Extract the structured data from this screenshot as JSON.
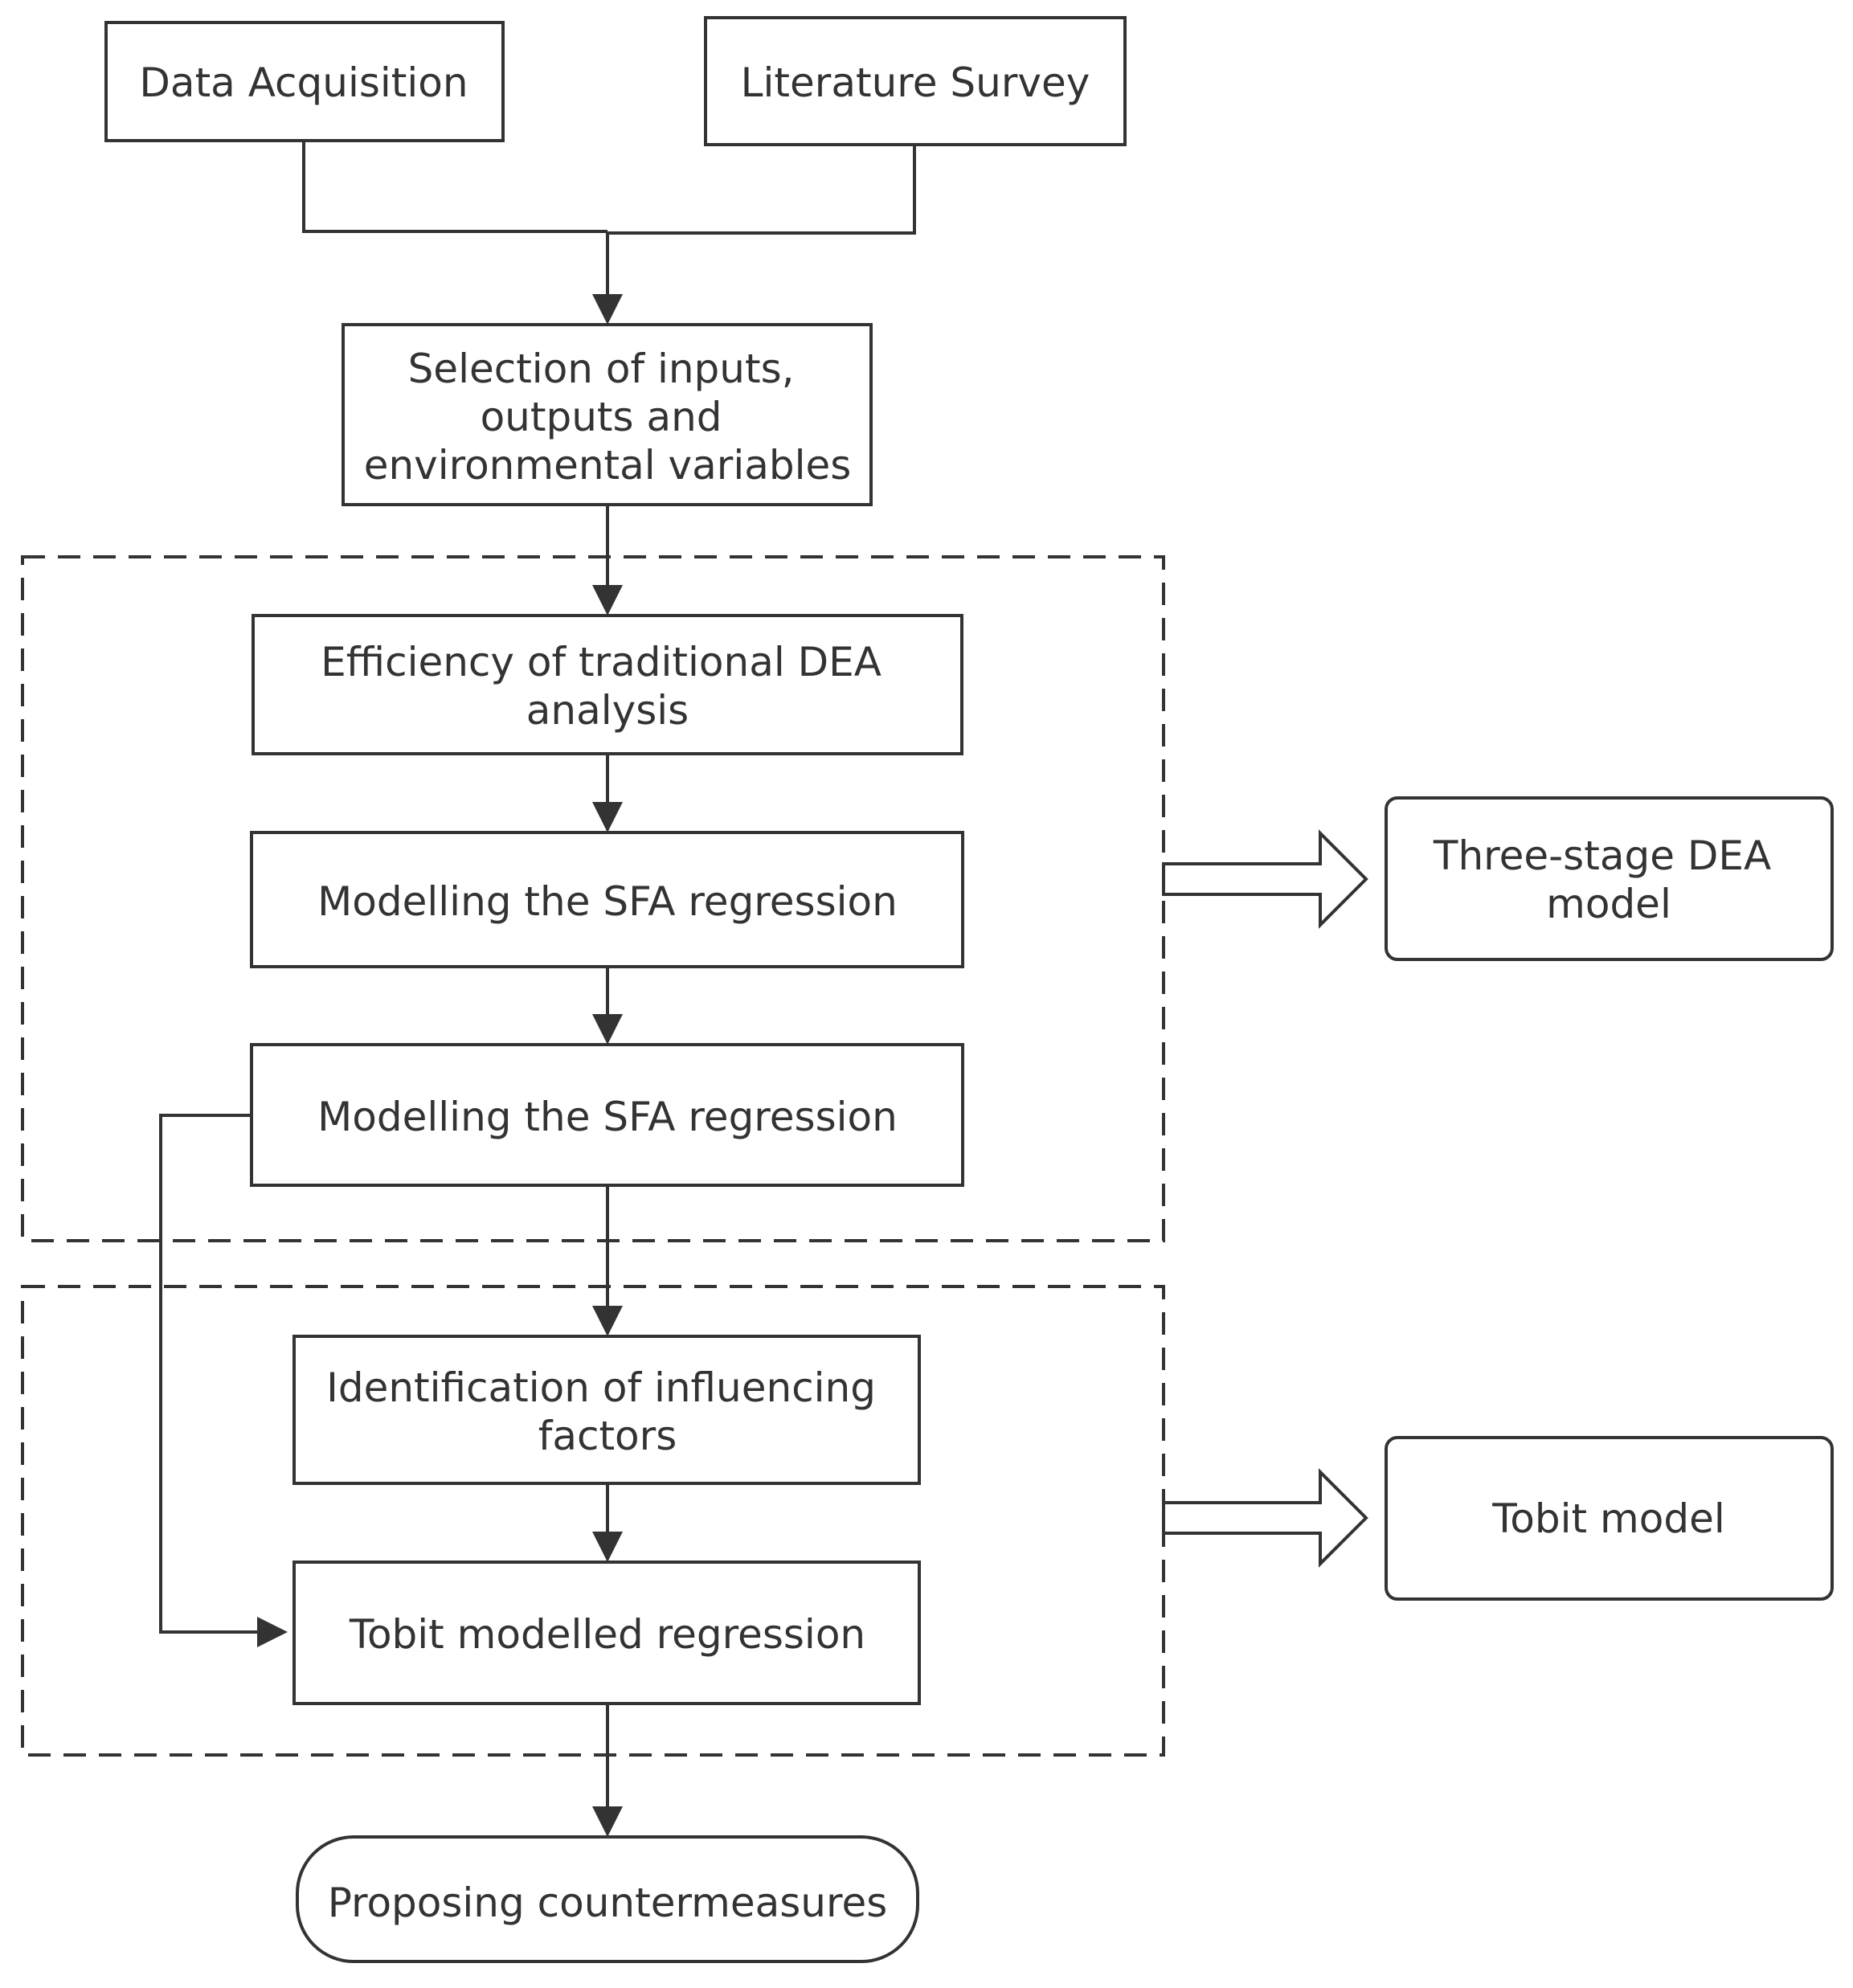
{
  "nodes": {
    "data_acquisition": {
      "lines": [
        "Data Acquisition"
      ]
    },
    "literature_survey": {
      "lines": [
        "Literature Survey"
      ]
    },
    "selection": {
      "lines": [
        "Selection of inputs,",
        "outputs and",
        "environmental variables"
      ]
    },
    "efficiency": {
      "lines": [
        "Efficiency of traditional DEA",
        "analysis"
      ]
    },
    "sfa_1": {
      "lines": [
        "Modelling the SFA regression"
      ]
    },
    "sfa_2": {
      "lines": [
        "Modelling the SFA regression"
      ]
    },
    "identification": {
      "lines": [
        "Identification of influencing",
        "factors"
      ]
    },
    "tobit_regression": {
      "lines": [
        "Tobit modelled regression"
      ]
    },
    "countermeasures": {
      "lines": [
        "Proposing countermeasures"
      ]
    },
    "three_stage_dea": {
      "lines": [
        "Three-stage DEA",
        "model"
      ]
    },
    "tobit_model": {
      "lines": [
        "Tobit model"
      ]
    }
  },
  "edges": [
    {
      "from": "data_acquisition",
      "to": "selection"
    },
    {
      "from": "literature_survey",
      "to": "selection"
    },
    {
      "from": "selection",
      "to": "efficiency"
    },
    {
      "from": "efficiency",
      "to": "sfa_1"
    },
    {
      "from": "sfa_1",
      "to": "sfa_2"
    },
    {
      "from": "sfa_2",
      "to": "identification"
    },
    {
      "from": "sfa_2",
      "to": "tobit_regression"
    },
    {
      "from": "identification",
      "to": "tobit_regression"
    },
    {
      "from": "tobit_regression",
      "to": "countermeasures"
    },
    {
      "from": "group_dea",
      "to": "three_stage_dea",
      "style": "hollow"
    },
    {
      "from": "group_tobit",
      "to": "tobit_model",
      "style": "hollow"
    }
  ],
  "groups": {
    "group_dea": {
      "members": [
        "efficiency",
        "sfa_1",
        "sfa_2"
      ],
      "style": "dashed"
    },
    "group_tobit": {
      "members": [
        "identification",
        "tobit_regression"
      ],
      "style": "dashed"
    }
  },
  "colors": {
    "stroke": "#333333",
    "text": "#333333",
    "background": "#ffffff"
  }
}
